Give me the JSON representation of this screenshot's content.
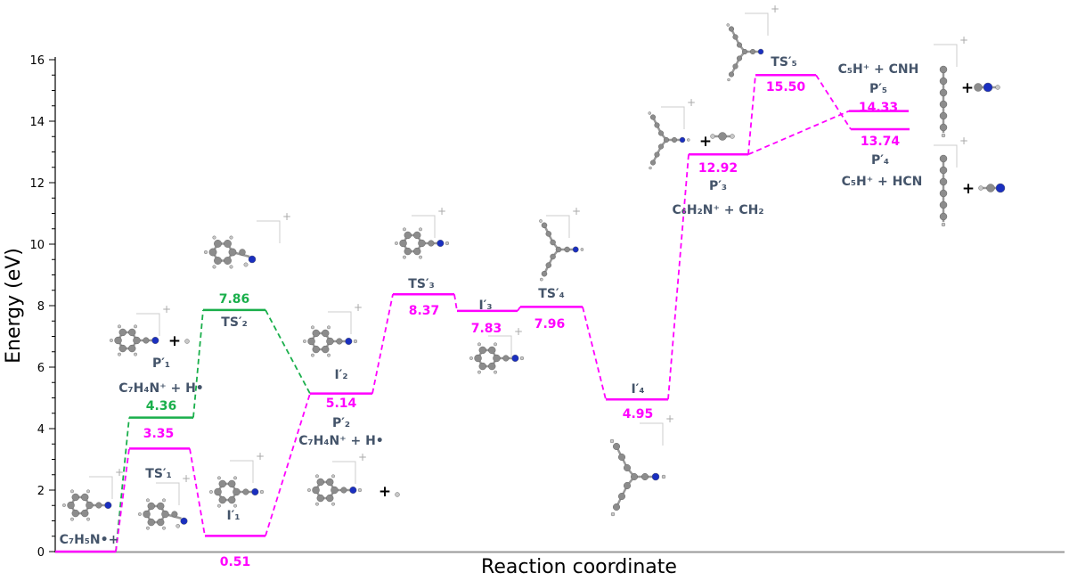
{
  "chart_data": {
    "type": "energy-level-diagram",
    "title": "",
    "xlabel": "Reaction coordinate",
    "ylabel": "Energy (eV)",
    "ylim": [
      0,
      16
    ],
    "yticks": [
      "0",
      "2",
      "4",
      "6",
      "8",
      "10",
      "12",
      "14",
      "16"
    ],
    "colors": {
      "pathway_main": "#ff00ff",
      "pathway_alt": "#1aaf4b",
      "label": "#44546a"
    },
    "levels": [
      {
        "id": "R",
        "label": "C₇H₅N•+",
        "energy": 0,
        "color": "#ff00ff"
      },
      {
        "id": "TS1",
        "label": "TS′₁",
        "energy": 3.35,
        "value_text": "3.35",
        "color": "#ff00ff"
      },
      {
        "id": "P1",
        "label": "P′₁",
        "energy": 4.36,
        "value_text": "4.36",
        "formula": "C₇H₄N⁺ + H•",
        "color": "#1aaf4b"
      },
      {
        "id": "I1",
        "label": "I′₁",
        "energy": 0.51,
        "value_text": "0.51",
        "color": "#ff00ff"
      },
      {
        "id": "TS2",
        "label": "TS′₂",
        "energy": 7.86,
        "value_text": "7.86",
        "color": "#1aaf4b"
      },
      {
        "id": "I2",
        "label": "I′₂",
        "energy": 5.14,
        "value_text": "5.14",
        "label2": "P′₂",
        "formula": "C₇H₄N⁺ + H•",
        "color": "#ff00ff"
      },
      {
        "id": "TS3",
        "label": "TS′₃",
        "energy": 8.37,
        "value_text": "8.37",
        "color": "#ff00ff"
      },
      {
        "id": "I3",
        "label": "I′₃",
        "energy": 7.83,
        "value_text": "7.83",
        "color": "#ff00ff"
      },
      {
        "id": "TS4",
        "label": "TS′₄",
        "energy": 7.96,
        "value_text": "7.96",
        "color": "#ff00ff"
      },
      {
        "id": "I4",
        "label": "I′₄",
        "energy": 4.95,
        "value_text": "4.95",
        "color": "#ff00ff"
      },
      {
        "id": "P3",
        "label": "P′₃",
        "energy": 12.92,
        "value_text": "12.92",
        "formula": "C₆H₂N⁺ + CH₂",
        "color": "#ff00ff"
      },
      {
        "id": "TS5",
        "label": "TS′₅",
        "energy": 15.5,
        "value_text": "15.50",
        "color": "#ff00ff"
      },
      {
        "id": "P5",
        "label": "P′₅",
        "energy": 14.33,
        "value_text": "14.33",
        "formula": "C₅H⁺ + CNH",
        "color": "#ff00ff"
      },
      {
        "id": "P4",
        "label": "P′₄",
        "energy": 13.74,
        "value_text": "13.74",
        "formula": "C₅H⁺ + HCN",
        "color": "#ff00ff"
      }
    ],
    "connections": [
      {
        "from": "R",
        "to": "P1",
        "color": "#1aaf4b"
      },
      {
        "from": "P1",
        "to": "TS2",
        "color": "#1aaf4b"
      },
      {
        "from": "TS2",
        "to": "I2",
        "color": "#1aaf4b"
      },
      {
        "from": "R",
        "to": "TS1",
        "color": "#ff00ff"
      },
      {
        "from": "TS1",
        "to": "I1",
        "color": "#ff00ff"
      },
      {
        "from": "I1",
        "to": "I2",
        "color": "#ff00ff"
      },
      {
        "from": "I2",
        "to": "TS3",
        "color": "#ff00ff"
      },
      {
        "from": "TS3",
        "to": "I3",
        "color": "#ff00ff"
      },
      {
        "from": "I3",
        "to": "TS4",
        "color": "#ff00ff"
      },
      {
        "from": "TS4",
        "to": "I4",
        "color": "#ff00ff"
      },
      {
        "from": "I4",
        "to": "P3",
        "color": "#ff00ff"
      },
      {
        "from": "P3",
        "to": "TS5",
        "color": "#ff00ff"
      },
      {
        "from": "TS5",
        "to": "P4",
        "color": "#ff00ff"
      },
      {
        "from": "P3",
        "to": "P5",
        "color": "#ff00ff"
      }
    ],
    "plus_sign": "+"
  }
}
